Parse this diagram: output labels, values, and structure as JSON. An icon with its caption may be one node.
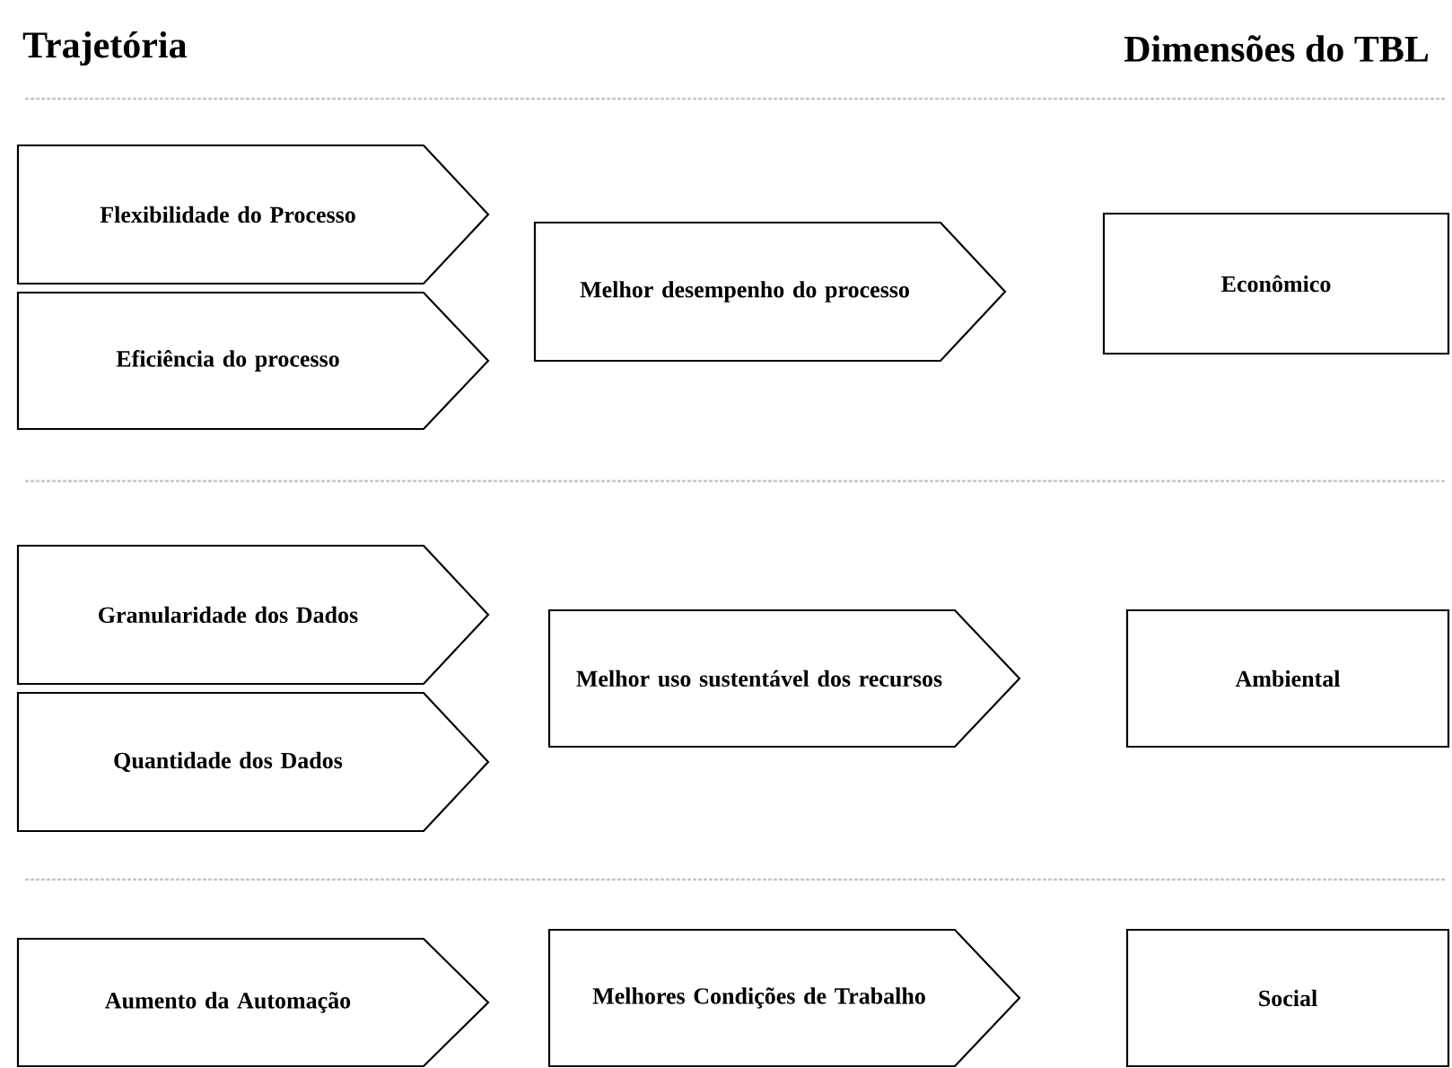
{
  "diagram": {
    "nodes": [
      {
        "text": [
          "Flexibilidade do Processo"
        ]
      },
      {
        "text": [
          "Eficiência do processo"
        ]
      },
      {
        "text": [
          "Melhor desempenho do processo"
        ]
      },
      {
        "text": [
          "Econômico"
        ]
      },
      {
        "text": [
          "Granularidade dos Dados"
        ]
      },
      {
        "text": [
          "Quantidade dos Dados"
        ]
      },
      {
        "text": [
          "Melhor uso sustentável dos recursos"
        ]
      },
      {
        "text": [
          "Ambiental"
        ]
      },
      {
        "text": [
          "Aumento da Automação"
        ]
      },
      {
        "text": [
          "Melhores Condições de Trabalho"
        ]
      },
      {
        "text": [
          "Social"
        ]
      }
    ],
    "edges": [],
    "labels": [
      "Trajetória",
      "Dimensões do TBL"
    ]
  }
}
